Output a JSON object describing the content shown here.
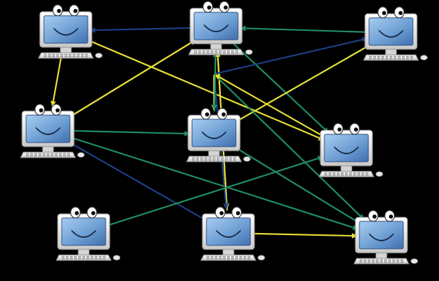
{
  "diagram": {
    "background": "#000000",
    "node_kind": "smiling-computer-icon",
    "nodes": [
      {
        "id": "pc1"
      },
      {
        "id": "pc2"
      },
      {
        "id": "pc3"
      },
      {
        "id": "pc4"
      },
      {
        "id": "pc5"
      },
      {
        "id": "pc6"
      },
      {
        "id": "pc7"
      },
      {
        "id": "pc8"
      },
      {
        "id": "pc9"
      },
      {
        "id": "pc10"
      }
    ],
    "edges": [
      {
        "from": "pc1",
        "to": "pc4"
      },
      {
        "from": "pc2",
        "to": "pc1"
      },
      {
        "from": "pc1",
        "to": "pc6"
      },
      {
        "from": "pc3",
        "to": "pc2"
      },
      {
        "from": "pc2",
        "to": "pc6"
      },
      {
        "from": "pc2",
        "to": "pc8"
      },
      {
        "from": "pc5",
        "to": "pc2"
      },
      {
        "from": "pc5",
        "to": "pc3"
      },
      {
        "from": "pc3",
        "to": "pc5"
      },
      {
        "from": "pc4",
        "to": "pc5"
      },
      {
        "from": "pc4",
        "to": "pc2"
      },
      {
        "from": "pc2",
        "to": "pc4"
      },
      {
        "from": "pc4",
        "to": "pc8"
      },
      {
        "from": "pc4",
        "to": "pc9"
      },
      {
        "from": "pc8",
        "to": "pc2"
      },
      {
        "from": "pc8",
        "to": "pc9"
      },
      {
        "from": "pc9",
        "to": "pc5"
      },
      {
        "from": "pc10",
        "to": "pc9"
      },
      {
        "from": "pc10",
        "to": "pc8"
      },
      {
        "from": "pc10",
        "to": "pc3"
      },
      {
        "from": "pc6",
        "to": "pc10"
      },
      {
        "from": "pc10",
        "to": "pc5"
      },
      {
        "from": "pc7",
        "to": "pc6"
      },
      {
        "from": "pc2",
        "to": "pc5"
      }
    ],
    "colors": {
      "arrow_yellow": "#e8e035",
      "arrow_green": "#1f8f66",
      "arrow_blue": "#1d3f86",
      "screen": "#6c9fd3",
      "frame": "#f2f2f2"
    }
  }
}
